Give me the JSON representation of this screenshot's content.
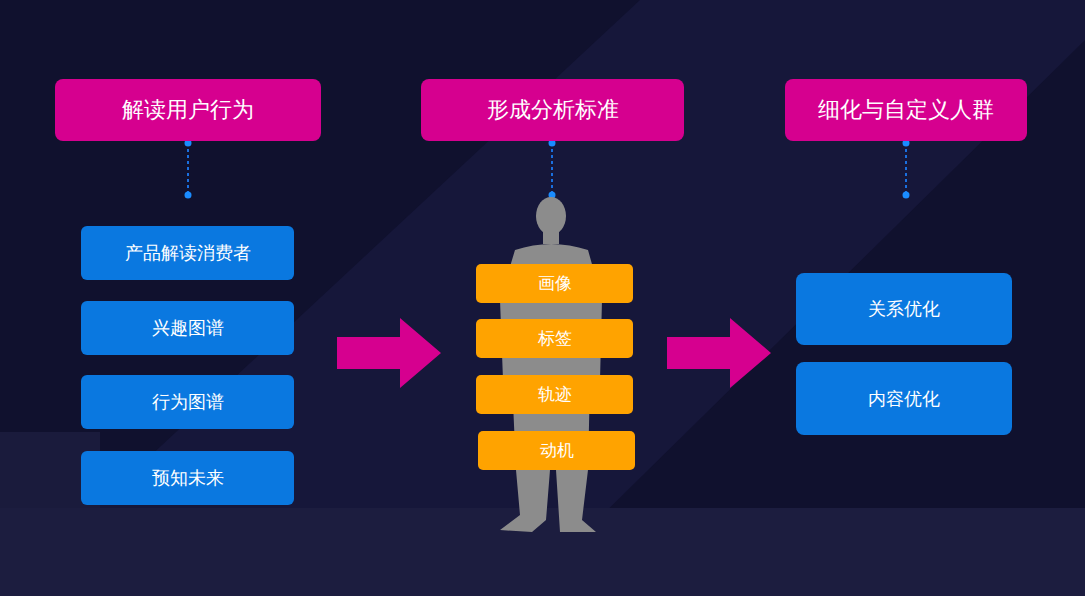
{
  "diagram": {
    "nodes": [
      {
        "text": [
          "解读用户行为"
        ]
      },
      {
        "text": [
          "产品解读消费者"
        ]
      },
      {
        "text": [
          "兴趣图谱"
        ]
      },
      {
        "text": [
          "行为图谱"
        ]
      },
      {
        "text": [
          "预知未来"
        ]
      },
      {
        "text": [
          "形成分析标准"
        ]
      },
      {
        "text": [
          "画像"
        ]
      },
      {
        "text": [
          "标签"
        ]
      },
      {
        "text": [
          "轨迹"
        ]
      },
      {
        "text": [
          "动机"
        ]
      },
      {
        "text": [
          "细化与自定义人群"
        ]
      },
      {
        "text": [
          "关系优化"
        ]
      },
      {
        "text": [
          "内容优化"
        ]
      }
    ]
  }
}
